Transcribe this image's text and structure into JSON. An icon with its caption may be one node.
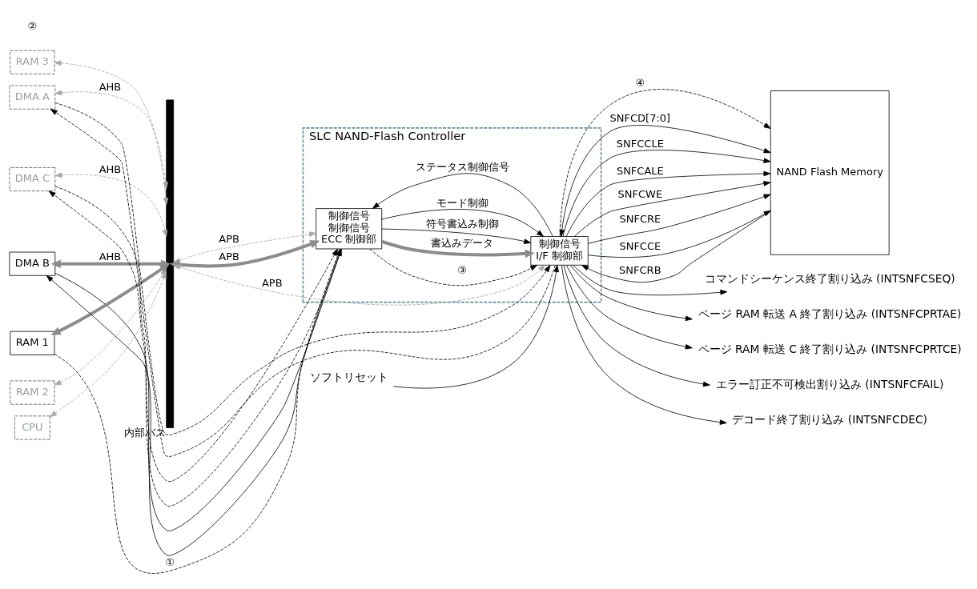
{
  "diagram": {
    "nodes": [
      {
        "text": [
          "RAM 3"
        ]
      },
      {
        "text": [
          "DMA C"
        ]
      },
      {
        "text": [
          "DMA B"
        ]
      },
      {
        "text": [
          "RAM 2"
        ]
      },
      {
        "text": [
          "RAM 1"
        ]
      },
      {
        "text": [
          "DMA A"
        ]
      },
      {
        "text": [
          "CPU"
        ]
      },
      {
        "text": [],
        "shape": "bar",
        "beside": [
          "内部バス"
        ]
      },
      {
        "text": [
          "SLC NAND-Flash Controller"
        ]
      },
      {
        "text": [
          "制御信号",
          "制御信号",
          "ECC 制御部"
        ],
        "in": 8
      },
      {
        "text": [
          "制御信号",
          "I/F 制御部"
        ],
        "in": 8
      },
      {
        "text": [
          "NAND Flash Memory"
        ]
      },
      {
        "text": [
          "コマンドシーケンス終了割り込み (INTSNFCSEQ)"
        ]
      },
      {
        "text": [
          "ページ RAM 転送 A 終了割り込み (INTSNFCPRTAE)"
        ]
      },
      {
        "text": [
          "ページ RAM 転送 C 終了割り込み (INTSNFCPRTCE)"
        ]
      },
      {
        "text": [
          "エラー訂正不可検出割り込み (INTSNFCFAIL)"
        ]
      },
      {
        "text": [
          "デコード終了割り込み (INTSNFCDEC)"
        ]
      },
      {
        "text": [
          "ソフトリセット"
        ]
      }
    ],
    "edges": [
      {
        "from": 0,
        "to": 7,
        "arrow": "both",
        "style": "dashed",
        "color": "#a8a8a8"
      },
      {
        "from": 1,
        "to": 7,
        "arrow": "both",
        "label": "AHB",
        "style": "dashed",
        "color": "#a8a8a8"
      },
      {
        "from": 2,
        "to": 7,
        "arrow": "both",
        "label": "AHB",
        "style": "thick",
        "color": "#8c8c8c"
      },
      {
        "from": 3,
        "to": 7,
        "arrow": "both",
        "style": "dashed",
        "color": "#a8a8a8"
      },
      {
        "from": 4,
        "to": 7,
        "arrow": "both",
        "style": "thick",
        "color": "#8c8c8c"
      },
      {
        "from": 5,
        "to": 7,
        "arrow": "both",
        "label": "AHB",
        "style": "dashed",
        "color": "#a8a8a8"
      },
      {
        "from": 6,
        "to": 7,
        "arrow": "both",
        "style": "dashed",
        "color": "#a8a8a8"
      },
      {
        "from": 7,
        "to": 9,
        "arrow": "both",
        "label": "APB",
        "style": "dashed",
        "color": "#a8a8a8"
      },
      {
        "from": 7,
        "to": 9,
        "arrow": "both",
        "label": "APB",
        "style": "thick",
        "color": "#8c8c8c"
      },
      {
        "from": 7,
        "to": 10,
        "arrow": "both",
        "label": "APB",
        "style": "dashed",
        "color": "#a8a8a8"
      },
      {
        "from": 9,
        "to": 1,
        "arrow": "to",
        "style": "dashed"
      },
      {
        "from": 1,
        "to": 9,
        "arrow": "to",
        "style": "dashed"
      },
      {
        "from": 9,
        "to": 2,
        "arrow": "to"
      },
      {
        "from": 2,
        "to": 9,
        "arrow": "to"
      },
      {
        "from": 10,
        "to": 5,
        "arrow": "to",
        "style": "dashed"
      },
      {
        "from": 5,
        "to": 10,
        "arrow": "to",
        "style": "dashed"
      },
      {
        "from": 4,
        "to": 9,
        "arrow": "to",
        "label": "①",
        "style": "dashed"
      },
      {
        "from": 9,
        "to": 10,
        "arrow": "to",
        "label": "③",
        "style": "dashed"
      },
      {
        "from": 9,
        "to": 10,
        "arrow": "to",
        "label": "書込みデータ",
        "style": "thick",
        "color": "#8c8c8c"
      },
      {
        "from": 9,
        "to": 10,
        "arrow": "to",
        "label": "符号書込み制御"
      },
      {
        "from": 10,
        "to": 9,
        "arrow": "to",
        "label": "ステータス制御信号"
      },
      {
        "from": 9,
        "to": 10,
        "arrow": "to",
        "label": "モード制御"
      },
      {
        "from": 10,
        "to": 12,
        "arrow": "to"
      },
      {
        "from": 10,
        "to": 13,
        "arrow": "to"
      },
      {
        "from": 10,
        "to": 14,
        "arrow": "to"
      },
      {
        "from": 10,
        "to": 15,
        "arrow": "to"
      },
      {
        "from": 10,
        "to": 16,
        "arrow": "to"
      },
      {
        "from": 17,
        "to": 10,
        "arrow": "to"
      },
      {
        "from": 10,
        "to": 11,
        "arrow": "to",
        "label": "④",
        "style": "dashed"
      },
      {
        "from": 10,
        "to": 11,
        "arrow": "both",
        "label": "SNFCD[7:0]"
      },
      {
        "from": 11,
        "to": 10,
        "arrow": "to",
        "label": "SNFCRB"
      },
      {
        "from": 10,
        "to": 11,
        "arrow": "to",
        "label": "SNFCCLE"
      },
      {
        "from": 10,
        "to": 11,
        "arrow": "to",
        "label": "SNFCALE"
      },
      {
        "from": 10,
        "to": 11,
        "arrow": "to",
        "label": "SNFCWE"
      },
      {
        "from": 10,
        "to": 11,
        "arrow": "to",
        "label": "SNFCRE"
      },
      {
        "from": 10,
        "to": 11,
        "arrow": "to",
        "label": "SNFCCE"
      }
    ],
    "labels": [
      "②"
    ]
  }
}
